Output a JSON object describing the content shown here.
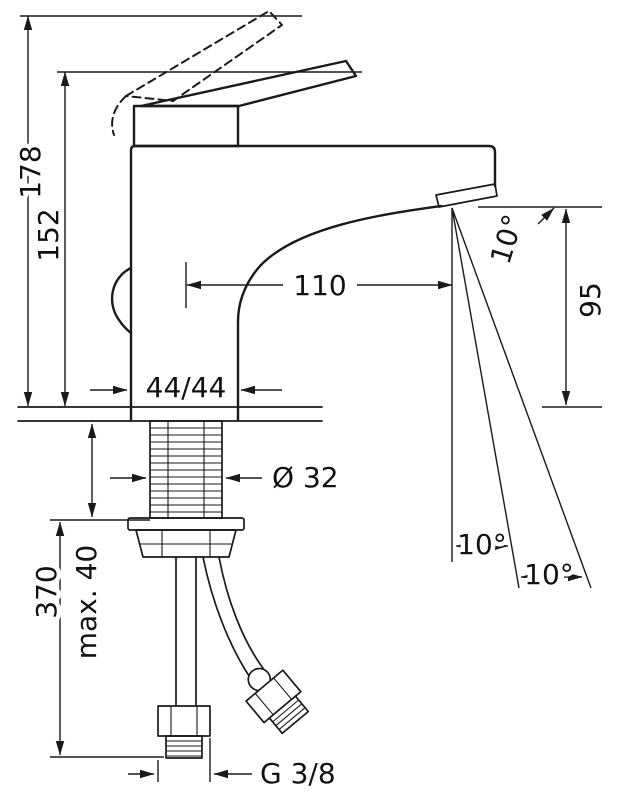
{
  "drawing": {
    "dims": {
      "overall_height": "178",
      "height_to_spout": "152",
      "spout_reach": "110",
      "outlet_angle": "10°",
      "outlet_height": "95",
      "body_cross_section": "44/44",
      "shaft_diameter": "Ø 32",
      "hose_length": "370",
      "max_mounting_thickness": "max. 40",
      "swivel_angle_inner": "10°",
      "swivel_angle_outer": "10°",
      "connection_thread": "G 3/8"
    }
  }
}
